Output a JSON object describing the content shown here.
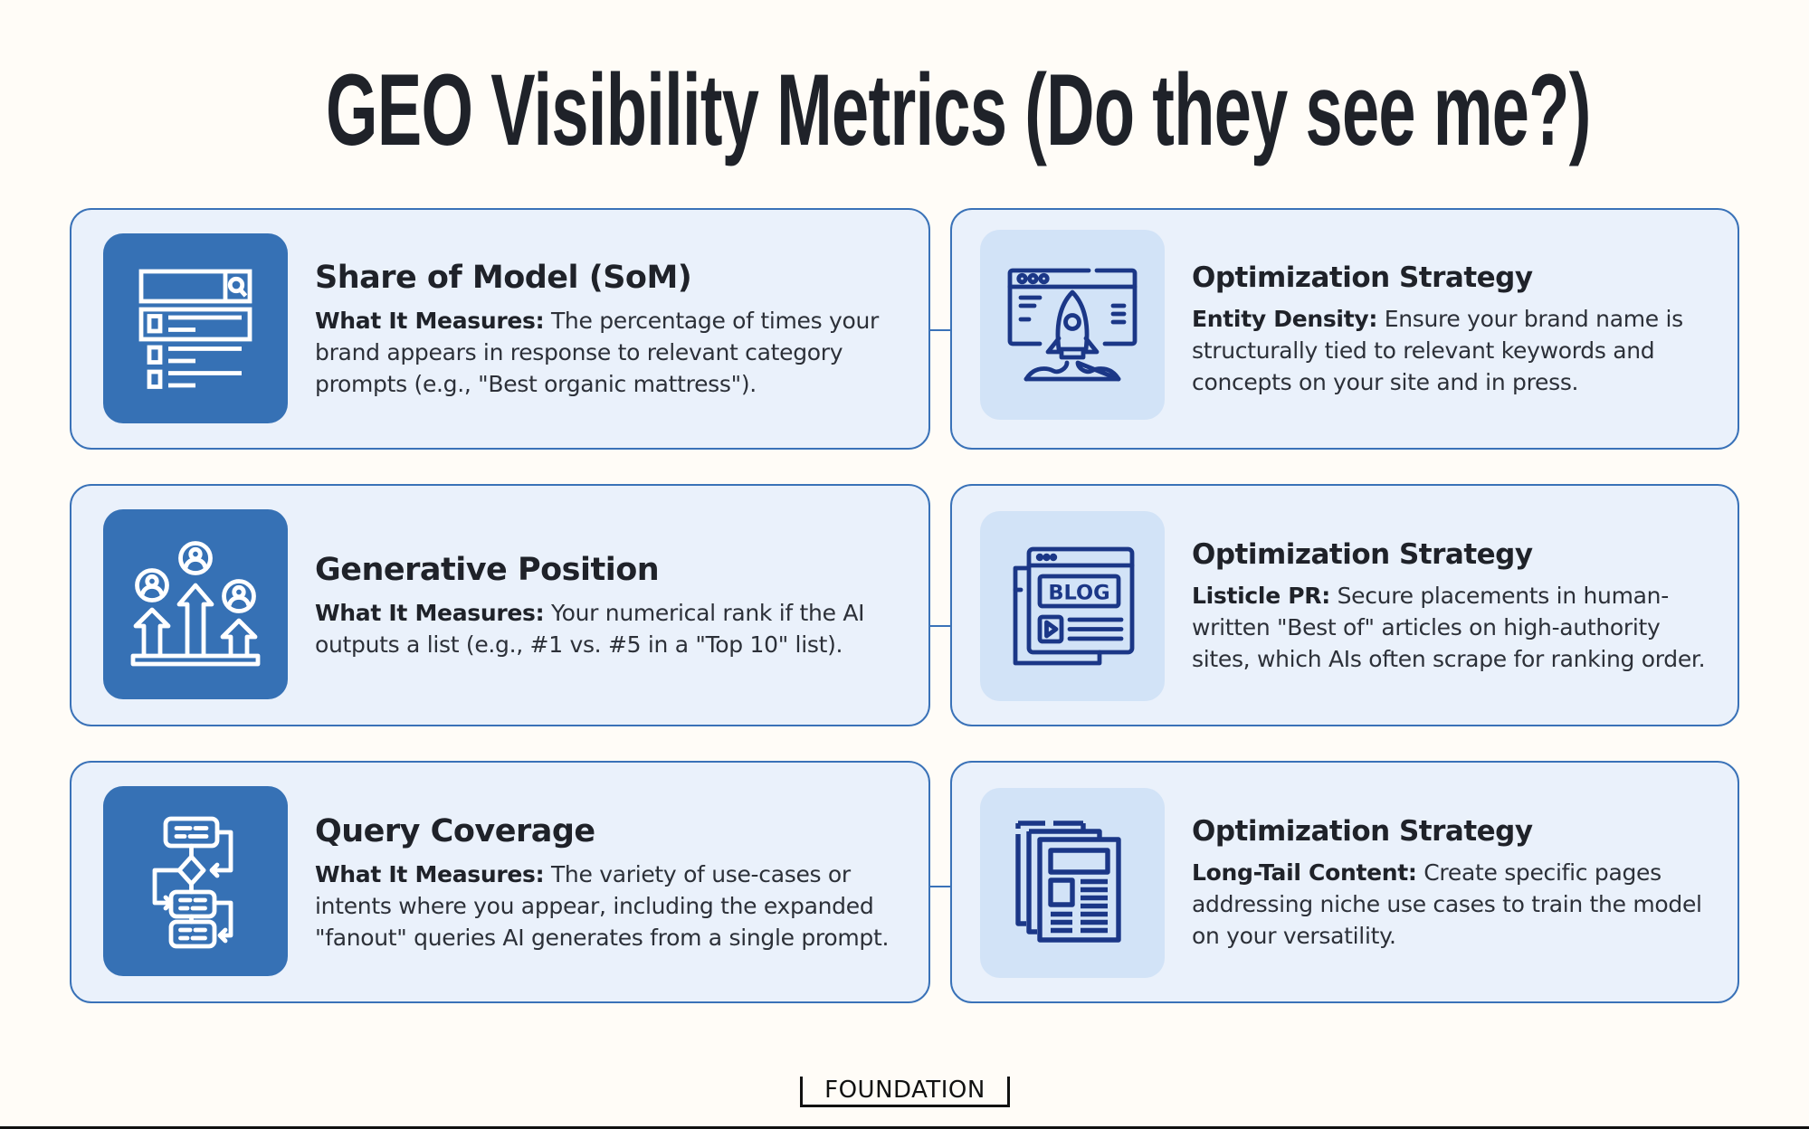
{
  "title": "GEO Visibility Metrics (Do they see me?)",
  "colors": {
    "background": "#fffcf7",
    "card_bg": "#eaf1fb",
    "card_border": "#3a72b8",
    "metric_icon_bg": "#3671b5",
    "strategy_icon_bg": "#d2e3f7",
    "strategy_icon_stroke": "#1b3787",
    "text": "#1f2229"
  },
  "rows": [
    {
      "metric": {
        "icon": "search-results-icon",
        "title": "Share of Model (SoM)",
        "label": "What It Measures:",
        "text": " The percentage of times your brand appears in response to relevant category prompts (e.g., \"Best organic mattress\")."
      },
      "strategy": {
        "icon": "rocket-launch-icon",
        "title": "Optimization Strategy",
        "label": "Entity Density:",
        "text": " Ensure your brand name is structurally tied to relevant keywords and concepts on your site and in press."
      }
    },
    {
      "metric": {
        "icon": "ranking-users-icon",
        "title": "Generative Position",
        "label": "What It Measures:",
        "text": " Your numerical rank if the AI outputs a list (e.g., #1 vs. #5 in a \"Top 10\" list)."
      },
      "strategy": {
        "icon": "blog-icon",
        "title": "Optimization Strategy",
        "label": "Listicle PR:",
        "text": " Secure placements in human-written \"Best of\" articles on high-authority sites, which AIs often scrape for ranking order."
      }
    },
    {
      "metric": {
        "icon": "flowchart-icon",
        "title": "Query Coverage",
        "label": "What It Measures:",
        "text": " The variety of use-cases or intents where you appear, including the expanded \"fanout\" queries AI generates from a single prompt."
      },
      "strategy": {
        "icon": "newspaper-pages-icon",
        "title": "Optimization Strategy",
        "label": "Long-Tail Content:",
        "text": " Create specific pages addressing niche use cases to train the model on your versatility."
      }
    }
  ],
  "footer": {
    "logo": "FOUNDATION"
  }
}
